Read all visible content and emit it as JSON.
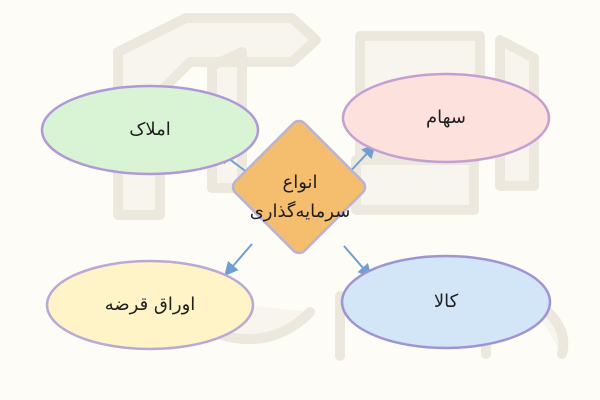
{
  "diagram": {
    "center": {
      "line1": "انواع",
      "line2": "سرمایه‌گذاری",
      "fill": "#f5bd6e",
      "stroke": "#b9b3d6"
    },
    "nodes": {
      "top_left": {
        "label": "املاک",
        "fill": "#d9f3d5",
        "stroke": "#b099d7"
      },
      "top_right": {
        "label": "سهام",
        "fill": "#fde1dc",
        "stroke": "#c4a0d2"
      },
      "bottom_left": {
        "label": "اوراق قرضه",
        "fill": "#fff4c8",
        "stroke": "#b9a9d4"
      },
      "bottom_right": {
        "label": "کالا",
        "fill": "#d3e6f7",
        "stroke": "#9f95d3"
      }
    },
    "arrow_color": "#6f9fd0",
    "watermark_color": "#ece8de"
  }
}
